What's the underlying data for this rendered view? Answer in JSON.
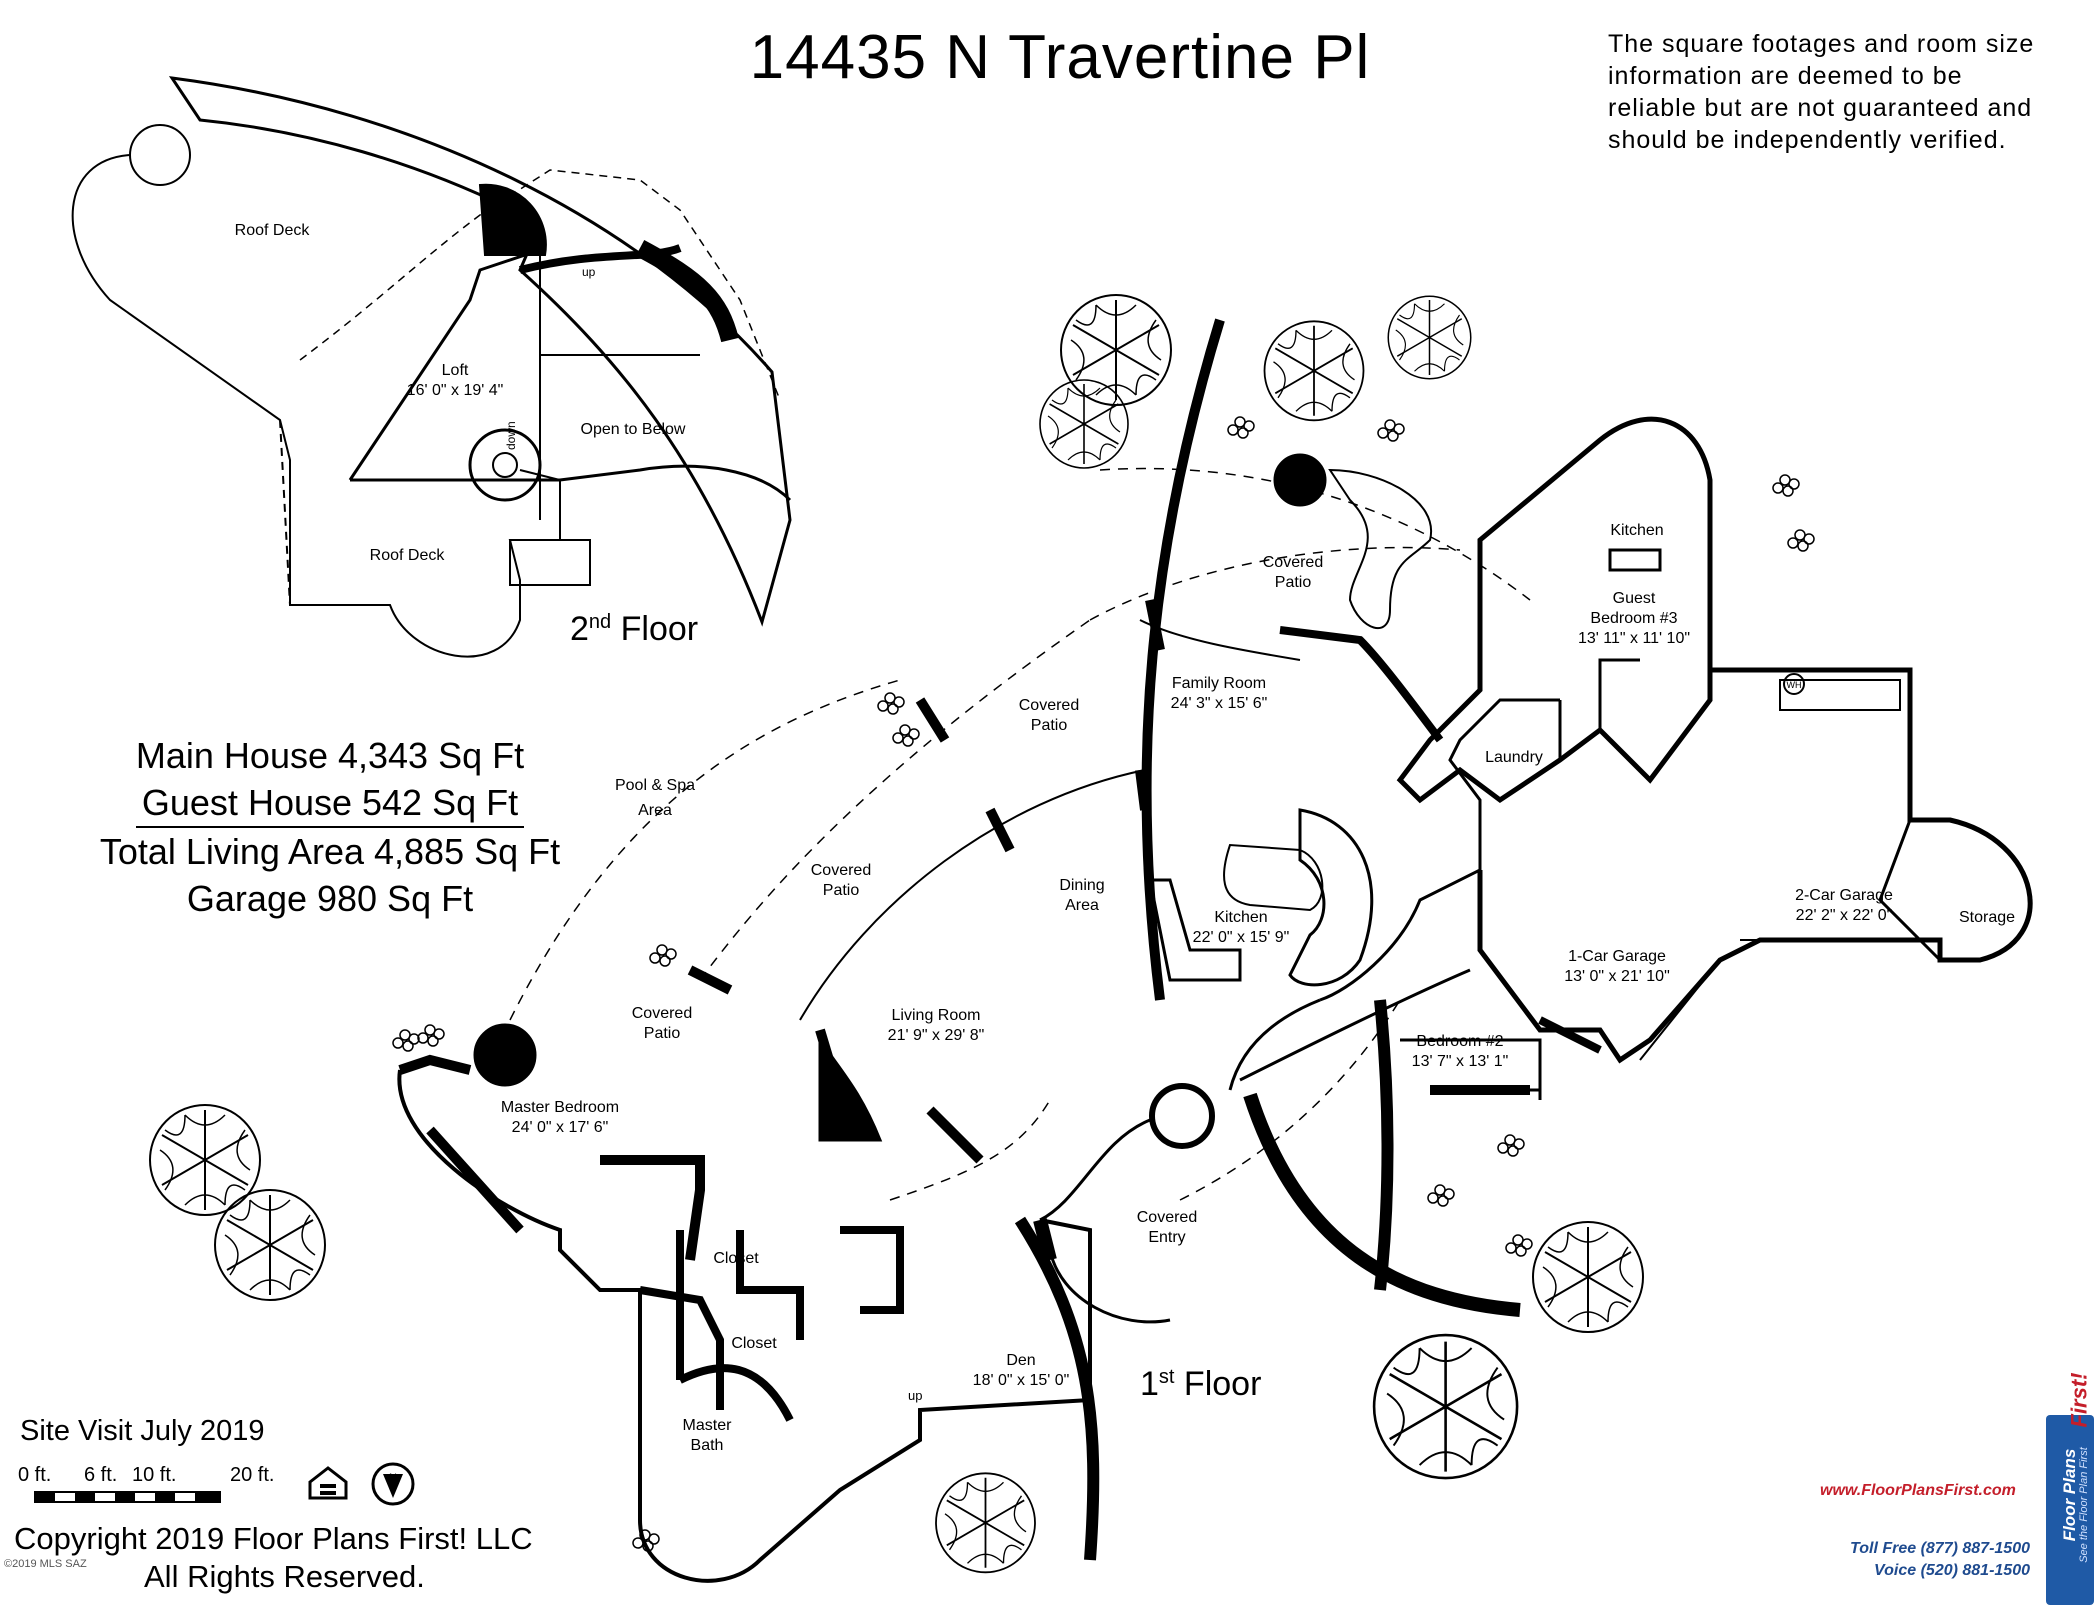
{
  "title": "14435 N Travertine Pl",
  "disclaimer": [
    "The square footages and room size",
    "information are deemed to be",
    "reliable but are not guaranteed and",
    "should be independently verified."
  ],
  "areas": {
    "main_house": "Main House 4,343 Sq Ft",
    "guest_house": "Guest House 542 Sq Ft",
    "total": "Total Living Area 4,885 Sq Ft",
    "garage": "Garage 980 Sq Ft"
  },
  "site_visit": "Site Visit July 2019",
  "scale": {
    "labels": [
      "0 ft.",
      "6 ft.",
      "10 ft.",
      "20 ft."
    ]
  },
  "copyright": [
    "Copyright 2019 Floor Plans First! LLC",
    "All Rights Reserved."
  ],
  "tiny_mark": "©2019 MLS SAZ",
  "brand": {
    "url": "www.FloorPlansFirst.com",
    "toll_free": "Toll Free (877) 887-1500",
    "voice": "Voice (520) 881-1500",
    "logo_name": "Floor Plans",
    "logo_first": "First!",
    "logo_tagline": "See the Floor Plan First"
  },
  "floors": {
    "second": {
      "label": "2",
      "sup": "nd",
      "word": " Floor"
    },
    "first": {
      "label": "1",
      "sup": "st",
      "word": " Floor"
    }
  },
  "rooms": {
    "roof_deck_top": "Roof Deck",
    "roof_deck_bottom": "Roof Deck",
    "loft": "Loft",
    "loft_dim": "16' 0\" x 19' 4\"",
    "open_to_below": "Open to Below",
    "up_loft": "up",
    "down_loft": "down",
    "pool_spa_1": "Pool & Spa",
    "pool_spa_2": "Area",
    "covered_patio_top_1": "Covered",
    "covered_patio_top_2": "Patio",
    "covered_patio_mid_1": "Covered",
    "covered_patio_mid_2": "Patio",
    "covered_patio_left_1": "Covered",
    "covered_patio_left_2": "Patio",
    "covered_patio_master_1": "Covered",
    "covered_patio_master_2": "Patio",
    "family_room": "Family Room",
    "family_room_dim": "24' 3\" x 15' 6\"",
    "dining_1": "Dining",
    "dining_2": "Area",
    "kitchen": "Kitchen",
    "kitchen_dim": "22' 0\" x 15' 9\"",
    "living_room": "Living Room",
    "living_room_dim": "21' 9\" x 29' 8\"",
    "master_bedroom": "Master Bedroom",
    "master_bedroom_dim": "24' 0\" x 17' 6\"",
    "closet_1": "Closet",
    "closet_2": "Closet",
    "master_bath_1": "Master",
    "master_bath_2": "Bath",
    "den": "Den",
    "den_dim": "18' 0\" x 15' 0\"",
    "up_den": "up",
    "covered_entry_1": "Covered",
    "covered_entry_2": "Entry",
    "laundry": "Laundry",
    "guest_kitchen": "Kitchen",
    "guest_bedroom_1": "Guest",
    "guest_bedroom_2": "Bedroom #3",
    "guest_bedroom_dim": "13' 11\" x 11' 10\"",
    "bedroom2": "Bedroom #2",
    "bedroom2_dim": "13' 7\" x 13' 1\"",
    "one_car_garage": "1-Car Garage",
    "one_car_garage_dim": "13' 0\" x 21' 10\"",
    "two_car_garage": "2-Car Garage",
    "two_car_garage_dim": "22' 2\" x 22' 0\"",
    "storage": "Storage",
    "wh": "WH"
  }
}
